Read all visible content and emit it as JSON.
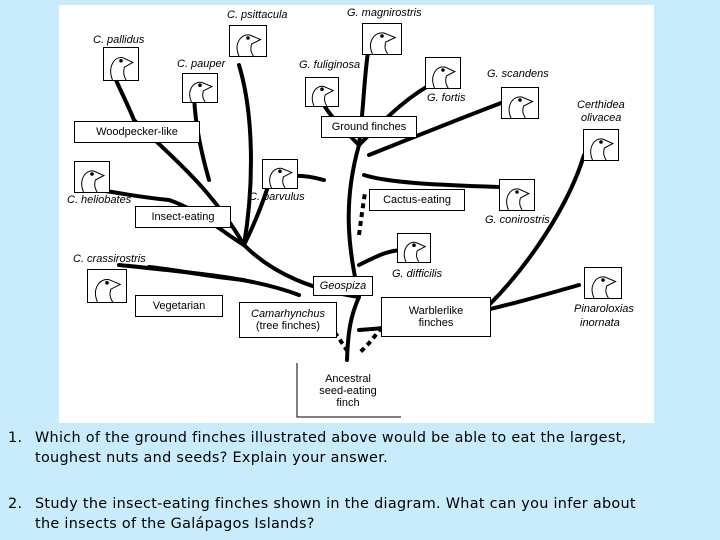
{
  "species": {
    "c_psittacula": "C. psittacula",
    "g_magnirostris": "G. magnirostris",
    "c_pallidus": "C. pallidus",
    "c_pauper": "C. pauper",
    "g_fuliginosa": "G. fuliginosa",
    "g_fortis": "G. fortis",
    "g_scandens": "G. scandens",
    "certhidea_line1": "Certhidea",
    "certhidea_line2": "olivacea",
    "c_heliobates": "C. heliobates",
    "c_parvulus": "C. parvulus",
    "g_conirostris": "G. conirostris",
    "c_crassirostris": "C. crassirostris",
    "g_difficilis": "G. difficilis",
    "pinaroloxias_line1": "Pinaroloxias",
    "pinaroloxias_line2": "inornata"
  },
  "groups": {
    "woodpecker_like": "Woodpecker-like",
    "ground_finches": "Ground finches",
    "insect_eating": "Insect-eating",
    "cactus_eating": "Cactus-eating",
    "geospiza": "Geospiza",
    "vegetarian": "Vegetarian",
    "camarhynchus_line1": "Camarhynchus",
    "camarhynchus_line2": "(tree finches)",
    "warblerlike_line1": "Warblerlike",
    "warblerlike_line2": "finches",
    "ancestral_line1": "Ancestral",
    "ancestral_line2": "seed-eating",
    "ancestral_line3": "finch"
  },
  "questions": [
    {
      "number": "1.",
      "line1": "Which of the ground finches illustrated above would be able to eat the largest,",
      "line2": "toughest nuts and seeds? Explain your answer."
    },
    {
      "number": "2.",
      "line1": "Study the insect-eating finches shown in the diagram. What can you infer about",
      "line2": "the insects of the Galápagos Islands?"
    }
  ]
}
